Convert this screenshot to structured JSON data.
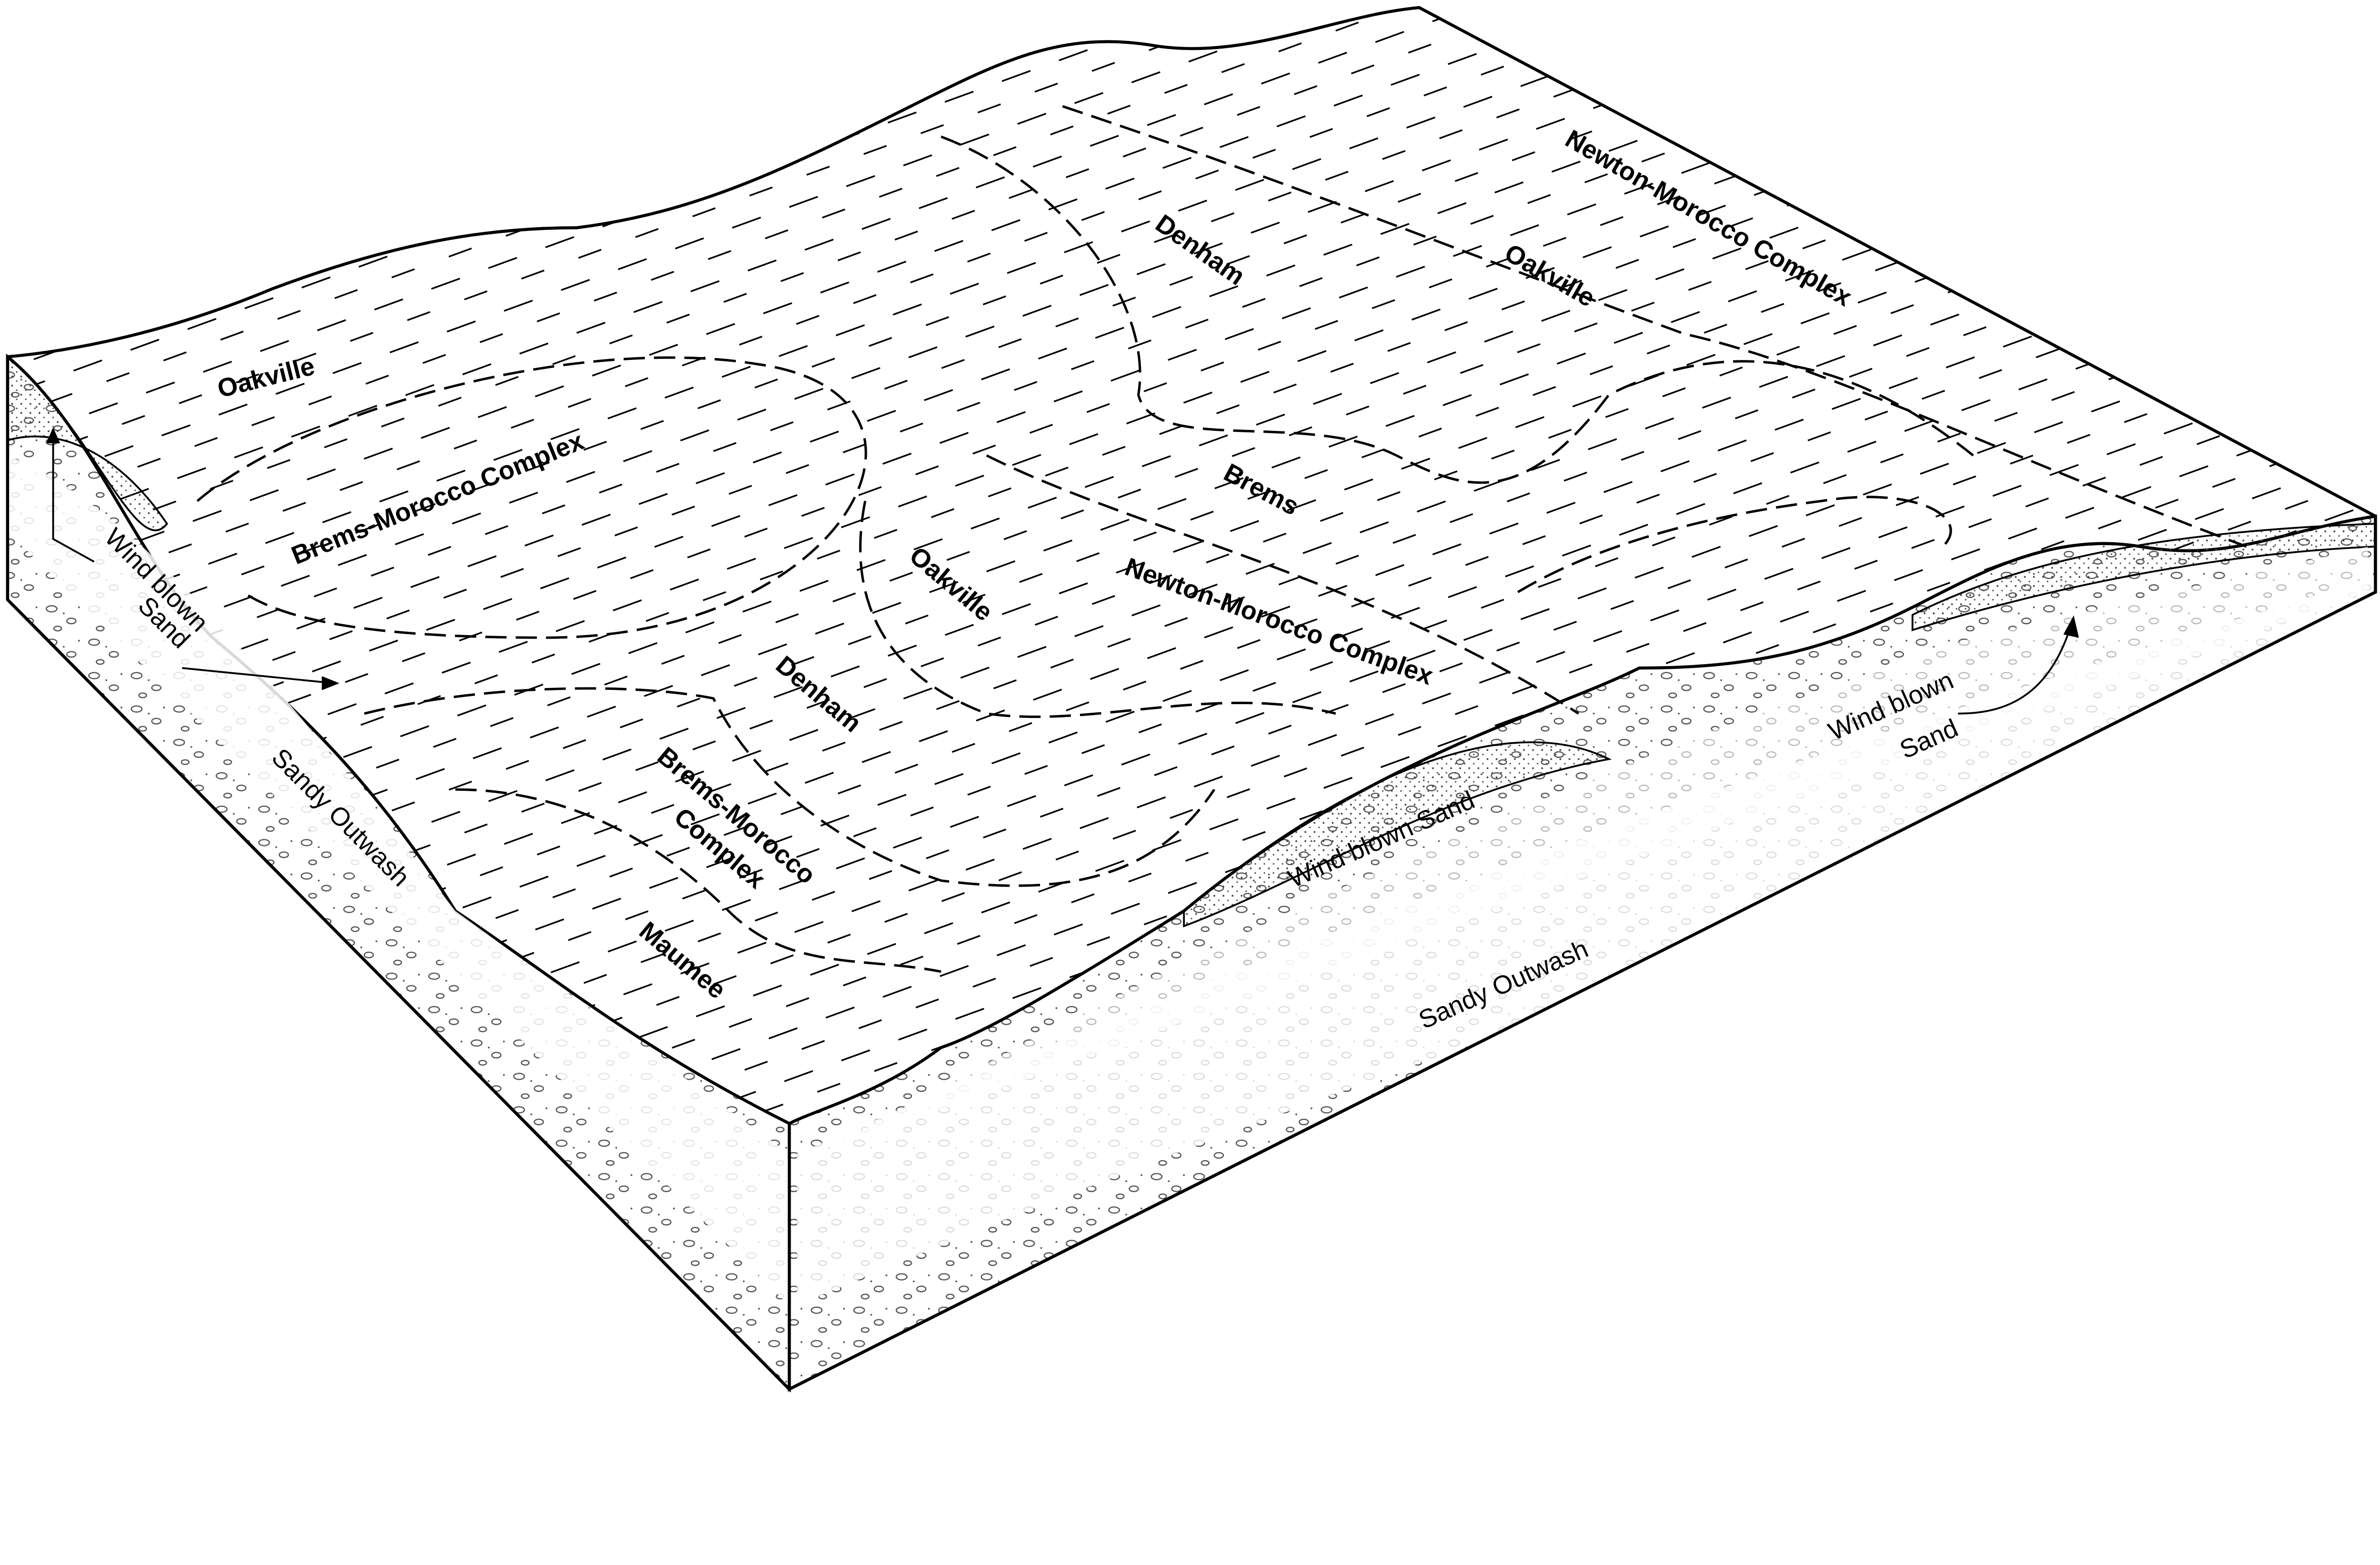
{
  "diagram": {
    "type": "soil block diagram",
    "soil_labels": [
      "Oakville",
      "Brems-Morocco Complex",
      "Denham",
      "Oakville",
      "Newton-Morocco Complex",
      "Brems",
      "Oakville",
      "Newton-Morocco Complex",
      "Denham",
      "Brems-Morocco",
      "Complex",
      "Maumee"
    ],
    "material_labels": {
      "wind_blown_left_1": "Wind blown",
      "wind_blown_left_2": "Sand",
      "sandy_outwash_left": "Sandy Outwash",
      "wind_blown_front": "Wind blown Sand",
      "sandy_outwash_front": "Sandy Outwash",
      "wind_blown_right_1": "Wind blown",
      "wind_blown_right_2": "Sand"
    },
    "colors": {
      "line": "#000000",
      "background": "#ffffff"
    }
  }
}
